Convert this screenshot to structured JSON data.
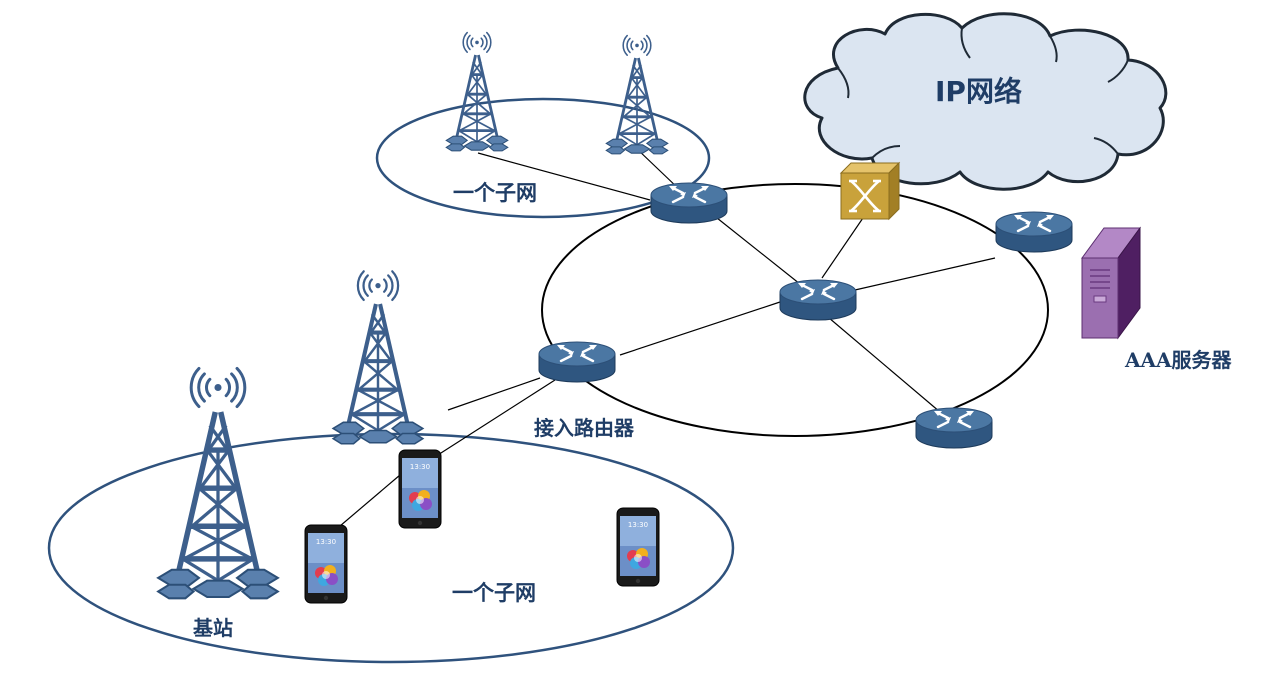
{
  "labels": {
    "ip_network": "IP网络",
    "subnet_top": "一个子网",
    "subnet_bottom": "一个子网",
    "access_router": "接入路由器",
    "aaa_server": "AAA服务器",
    "base_station": "基站"
  },
  "phones": [
    {
      "clock": "13:30"
    },
    {
      "clock": "13:30"
    },
    {
      "clock": "13:30"
    }
  ],
  "colors": {
    "router_body": "#3f6690",
    "router_top": "#4f79a5",
    "tower": "#3d5f8c",
    "ellipse_stroke": "#2f527d",
    "cloud_fill": "#dbe5f1",
    "cloud_stroke": "#1f2a36",
    "switch_fill": "#c9a23b",
    "server_fill": "#8b5d9e",
    "text": "#1f3d66"
  }
}
